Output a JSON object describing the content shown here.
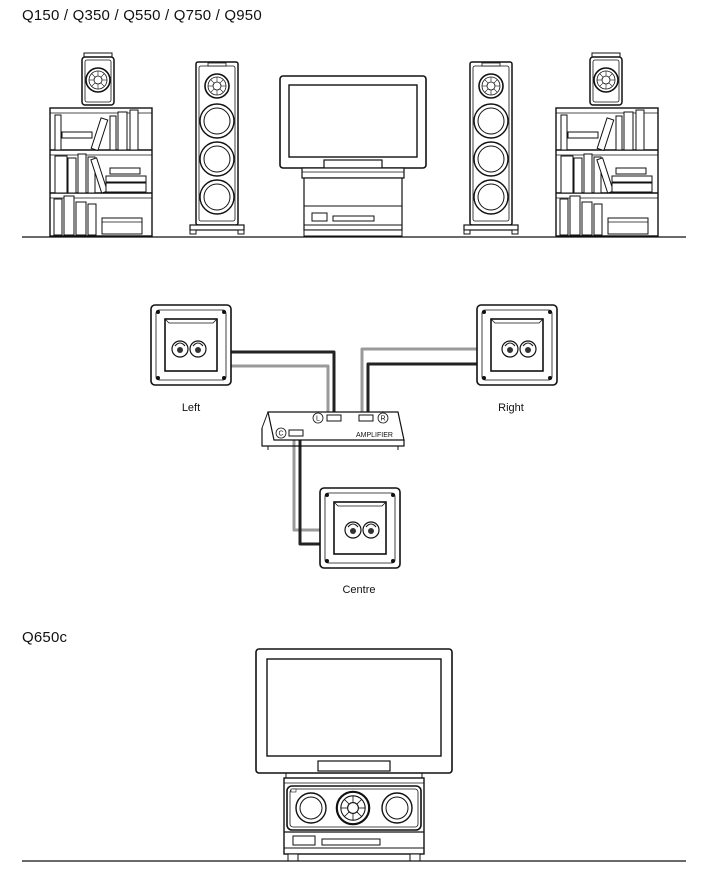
{
  "sections": {
    "home_theatre_title": "Q150 / Q350 / Q550 / Q750 / Q950",
    "centre_title": "Q650c"
  },
  "wiring": {
    "left_label": "Left",
    "right_label": "Right",
    "centre_label": "Centre",
    "amplifier_label": "AMPLIFIER",
    "left_channel_mark": "L",
    "right_channel_mark": "R",
    "centre_channel_mark": "C"
  },
  "colors": {
    "positive_cable": "#222222",
    "negative_cable": "#9a9a9a",
    "line": "#111111"
  }
}
